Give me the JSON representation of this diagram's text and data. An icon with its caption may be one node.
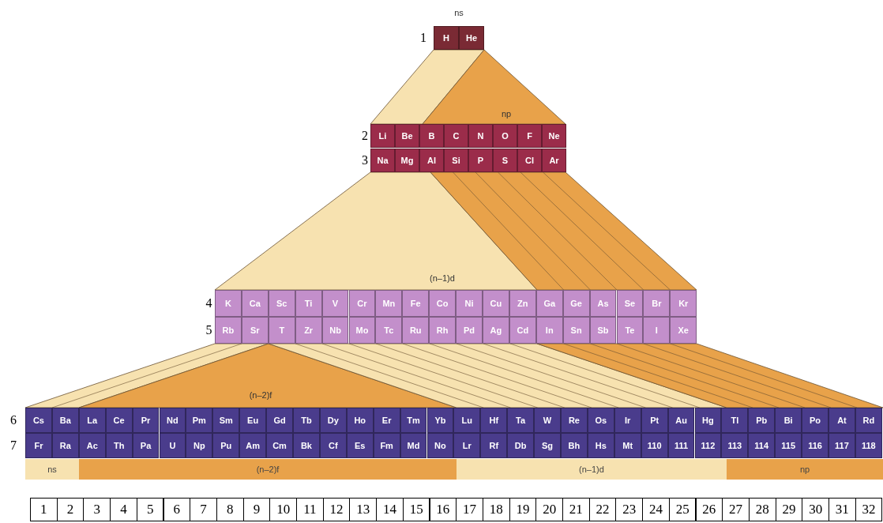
{
  "diagram": {
    "labels": [
      "ns",
      "1",
      "H",
      "He",
      "np",
      "2",
      "Li",
      "Be",
      "B",
      "C",
      "N",
      "O",
      "F",
      "Ne",
      "3",
      "Na",
      "Mg",
      "Al",
      "Si",
      "P",
      "S",
      "Cl",
      "Ar",
      "(n–1)d",
      "4",
      "K",
      "Ca",
      "Sc",
      "Ti",
      "V",
      "Cr",
      "Mn",
      "Fe",
      "Co",
      "Ni",
      "Cu",
      "Zn",
      "Ga",
      "Ge",
      "As",
      "Se",
      "Br",
      "Kr",
      "5",
      "Rb",
      "Sr",
      "T",
      "Zr",
      "Nb",
      "Mo",
      "Tc",
      "Ru",
      "Rh",
      "Pd",
      "Ag",
      "Cd",
      "In",
      "Sn",
      "Sb",
      "Te",
      "I",
      "Xe",
      "(n–2)f",
      "6",
      "Cs",
      "Ba",
      "La",
      "Ce",
      "Pr",
      "Nd",
      "Pm",
      "Sm",
      "Eu",
      "Gd",
      "Tb",
      "Dy",
      "Ho",
      "Er",
      "Tm",
      "Yb",
      "Lu",
      "Hf",
      "Ta",
      "W",
      "Re",
      "Os",
      "Ir",
      "Pt",
      "Au",
      "Hg",
      "Tl",
      "Pb",
      "Bi",
      "Po",
      "At",
      "Rd",
      "7",
      "Fr",
      "Ra",
      "Ac",
      "Th",
      "Pa",
      "U",
      "Np",
      "Pu",
      "Am",
      "Cm",
      "Bk",
      "Cf",
      "Es",
      "Fm",
      "Md",
      "No",
      "Lr",
      "Rf",
      "Db",
      "Sg",
      "Bh",
      "Hs",
      "Mt",
      "110",
      "111",
      "112",
      "113",
      "114",
      "115",
      "116",
      "117",
      "118",
      "ns",
      "(n–2)f",
      "(n–1)d",
      "np",
      "1",
      "2",
      "3",
      "4",
      "5",
      "6",
      "7",
      "8",
      "9",
      "10",
      "11",
      "12",
      "13",
      "14",
      "15",
      "16",
      "17",
      "18",
      "19",
      "20",
      "21",
      "22",
      "23",
      "24",
      "25",
      "26",
      "27",
      "28",
      "29",
      "30",
      "31",
      "32"
    ]
  }
}
